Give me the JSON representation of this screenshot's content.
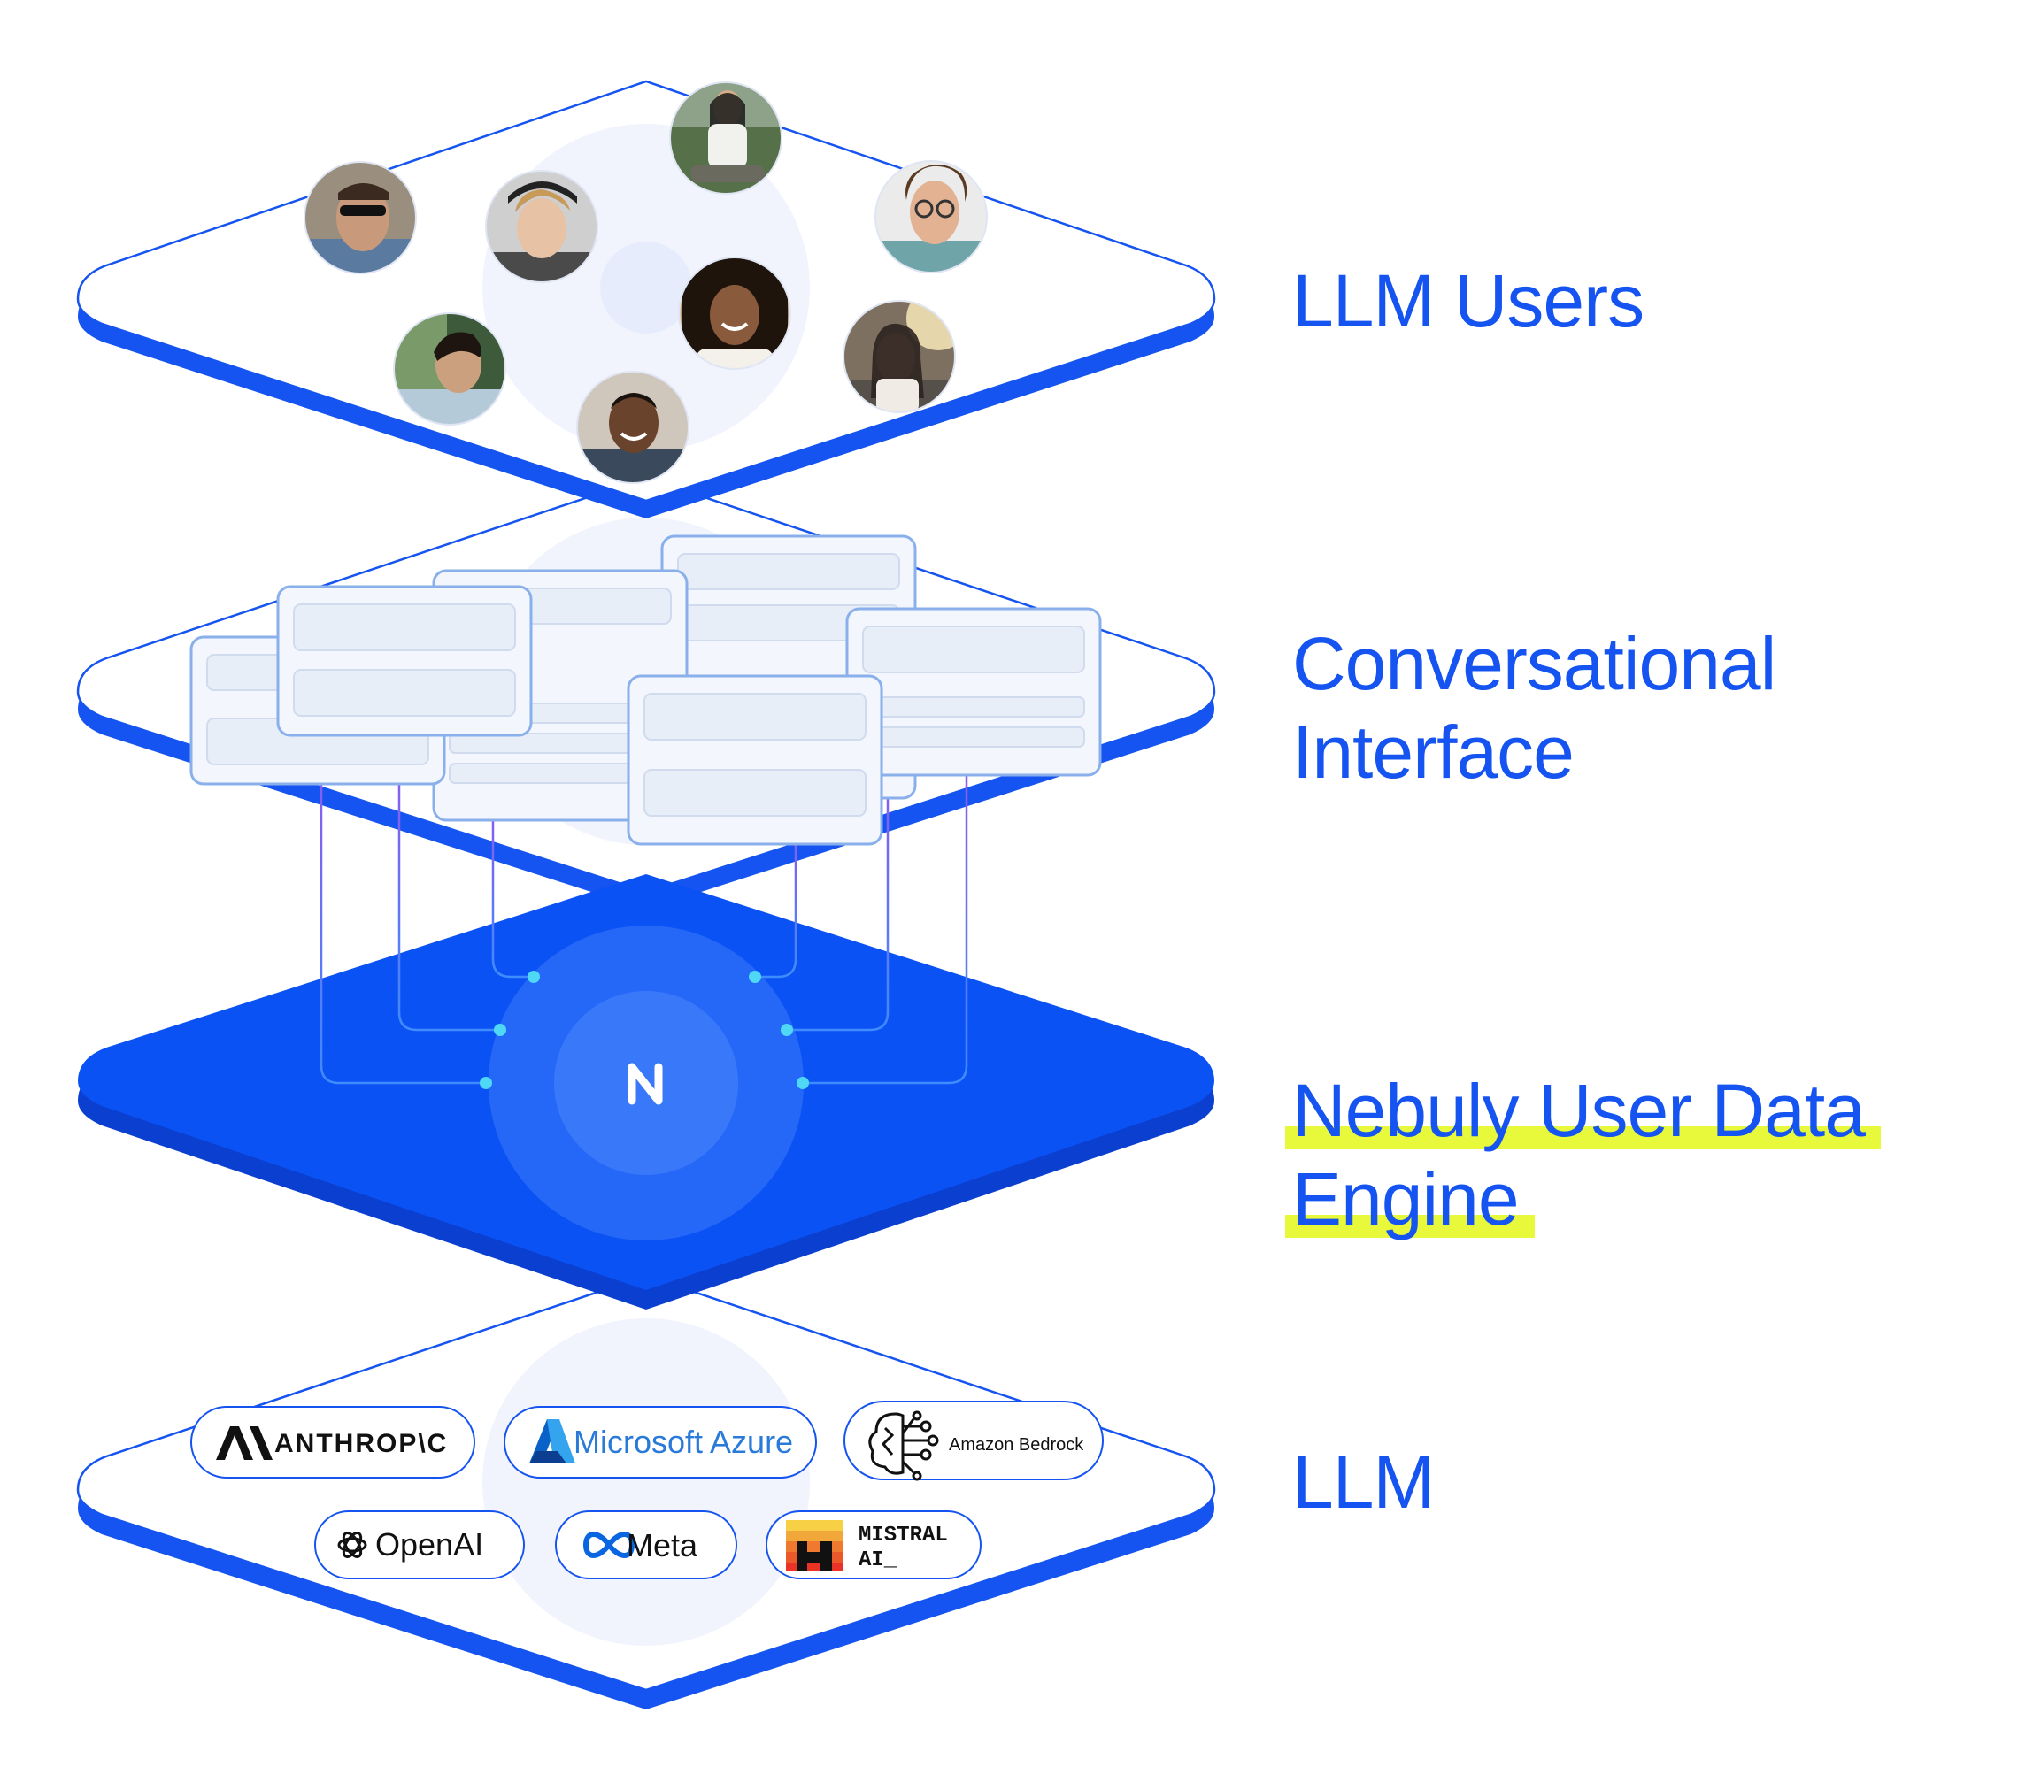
{
  "layers": {
    "users": {
      "label": "LLM Users"
    },
    "conversational": {
      "label_line1": "Conversational",
      "label_line2": "Interface"
    },
    "engine": {
      "label_line1": "Nebuly User Data",
      "label_line2": "Engine",
      "logo_letter": "N"
    },
    "llm": {
      "label": "LLM",
      "providers": [
        {
          "name": "anthropic",
          "text": "ANTHROP\\C"
        },
        {
          "name": "microsoft-azure",
          "text": "Microsoft Azure"
        },
        {
          "name": "amazon-bedrock",
          "text": "Amazon Bedrock"
        },
        {
          "name": "openai",
          "text": "OpenAI"
        },
        {
          "name": "meta",
          "text": "Meta"
        },
        {
          "name": "mistral-ai",
          "text_line1": "MISTRAL",
          "text_line2": "AI_"
        }
      ]
    }
  },
  "colors": {
    "brand_blue": "#1554f0",
    "deep_blue": "#0a3fd0",
    "engine_fill": "#0b52f5",
    "highlight": "#e8f83a",
    "card_border": "#8ab0ec",
    "card_fill": "#f3f6fc",
    "connector": "#9ab7ff",
    "node": "#4fd8f5"
  }
}
